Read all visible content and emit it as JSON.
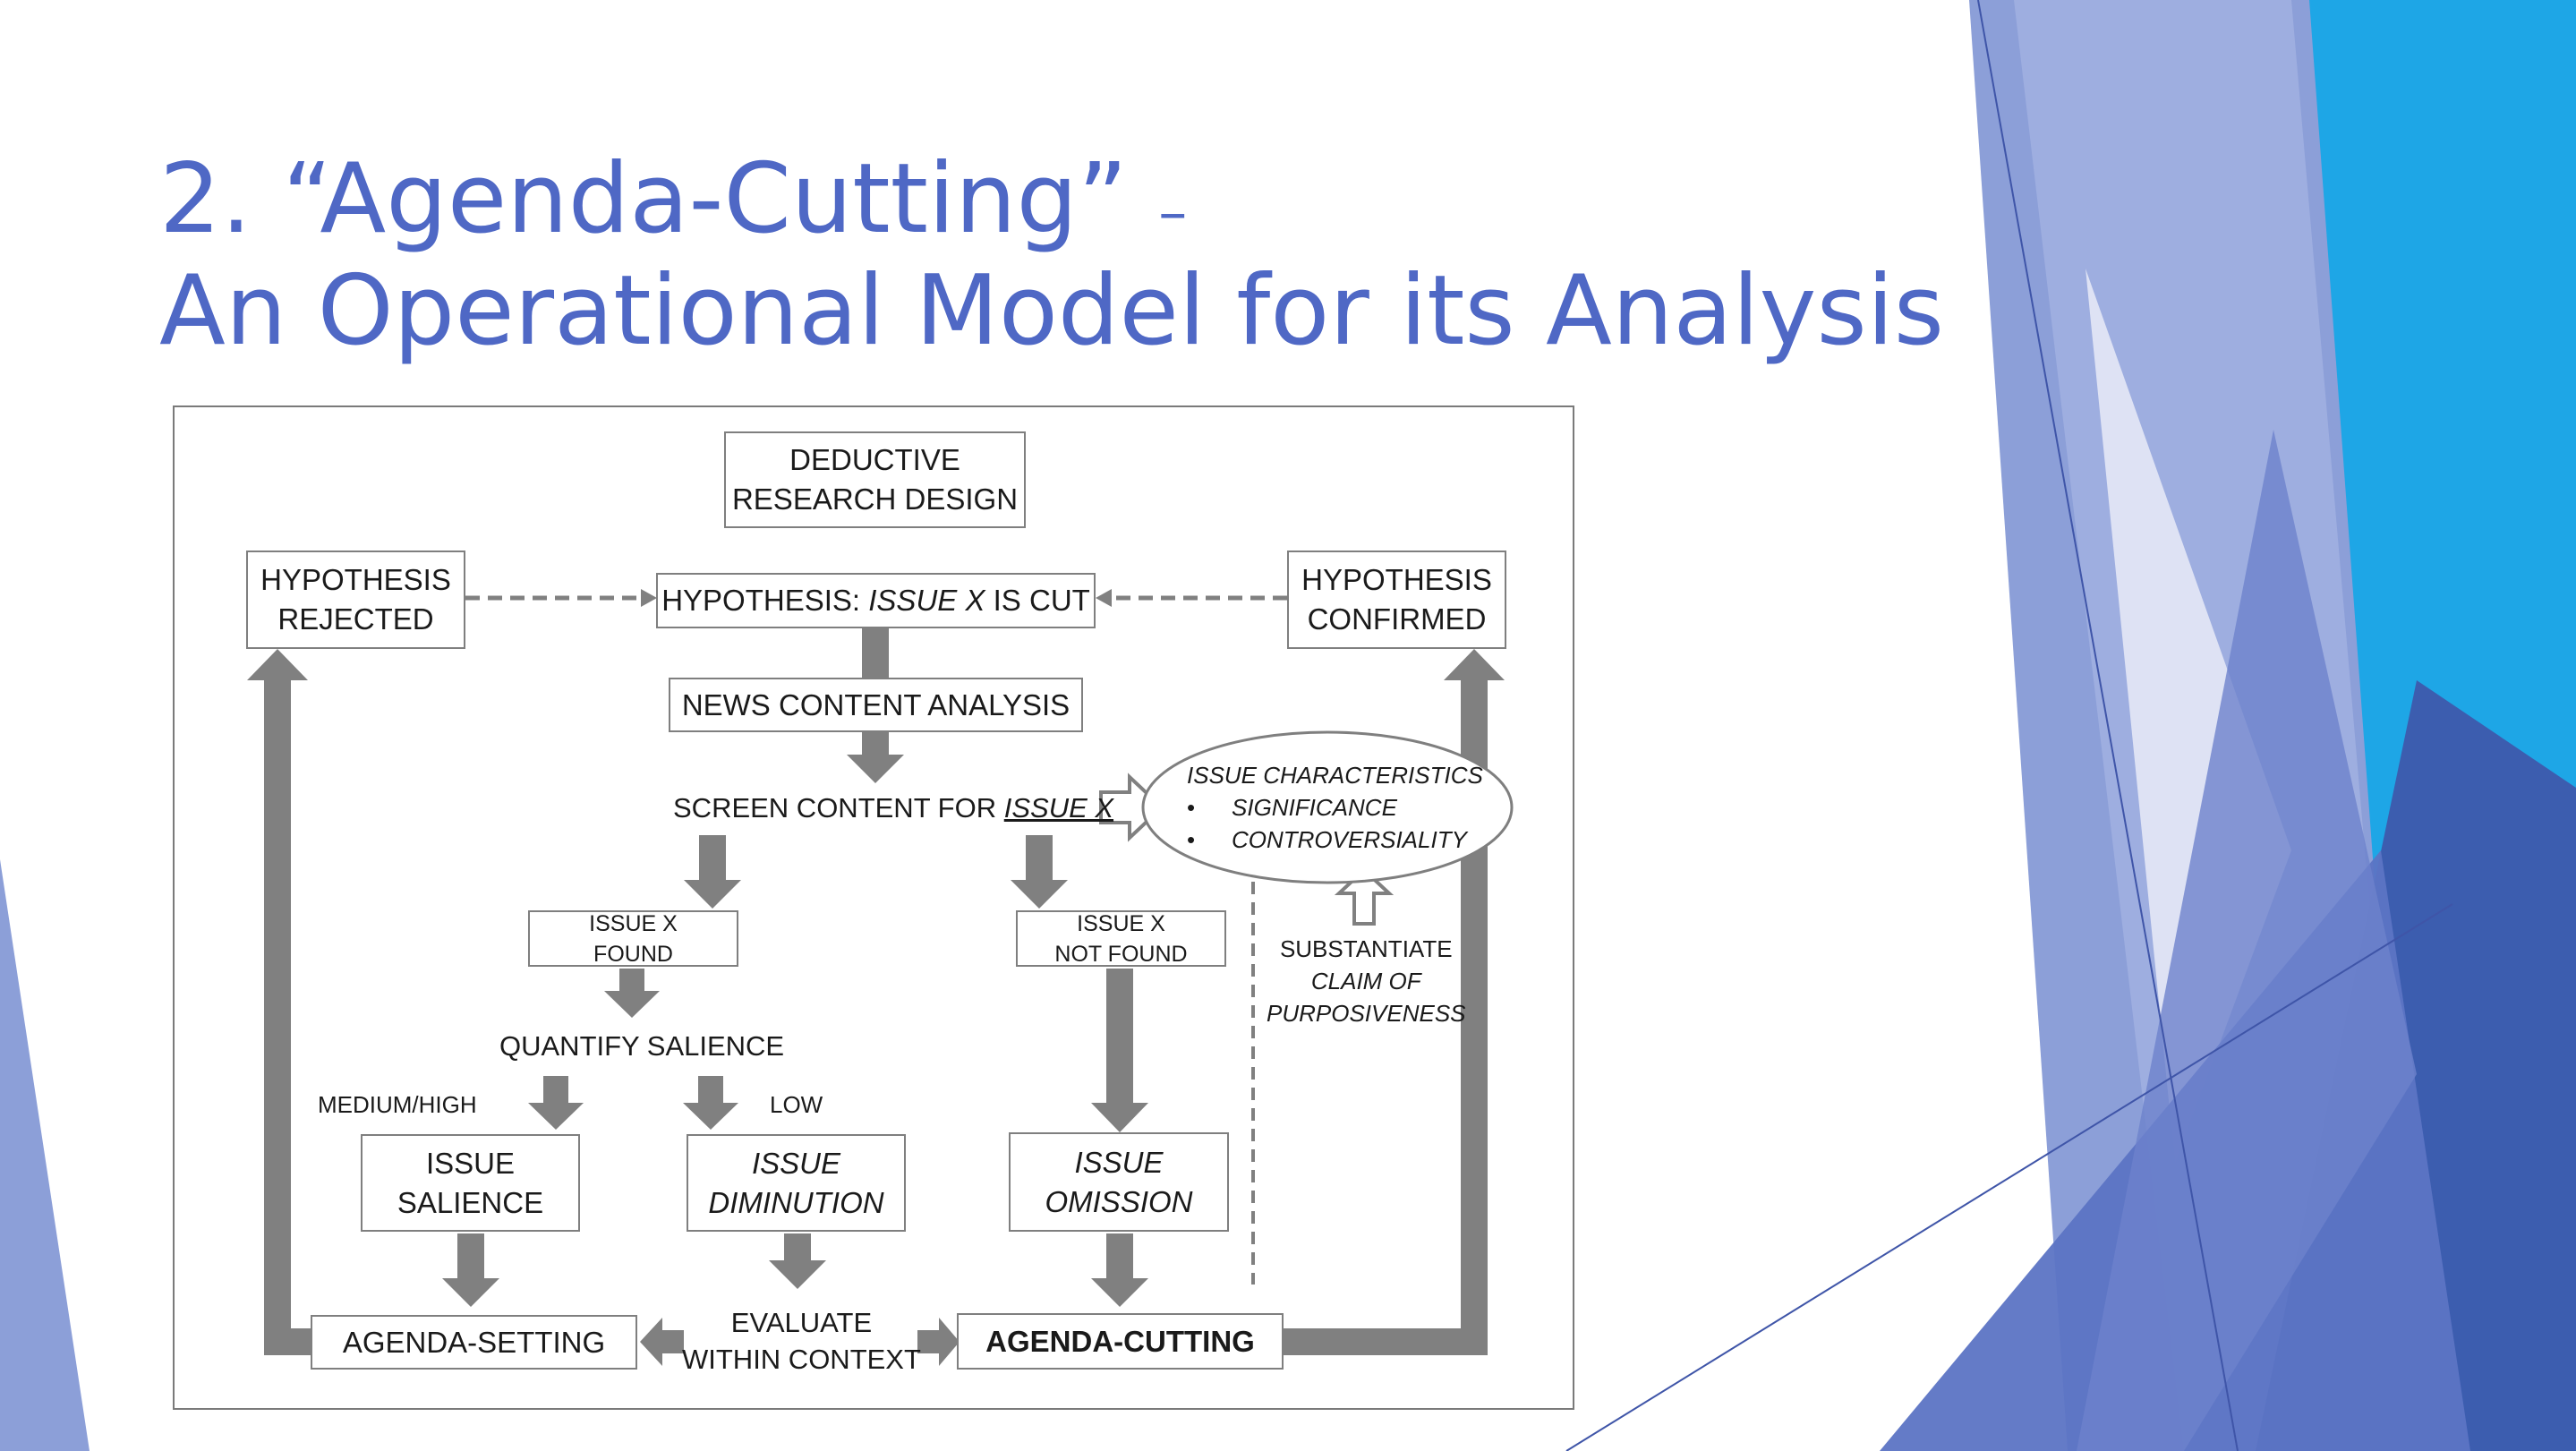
{
  "slide": {
    "title_line1": "2. “Agenda-Cutting”",
    "title_sep": "–",
    "title_line2": "An Operational Model for its Analysis"
  },
  "diagram": {
    "deductive": [
      "DEDUCTIVE",
      "RESEARCH DESIGN"
    ],
    "hyp_rejected": [
      "HYPOTHESIS",
      "REJECTED"
    ],
    "hyp_confirmed": [
      "HYPOTHESIS",
      "CONFIRMED"
    ],
    "hyp_main": {
      "pre": "HYPOTHESIS: ",
      "issue": "ISSUE X",
      "post": " IS CUT"
    },
    "news_content": "NEWS CONTENT ANALYSIS",
    "screen": {
      "pre": "SCREEN CONTENT FOR ",
      "issue": "ISSUE X"
    },
    "issue_char": {
      "title": "ISSUE CHARACTERISTICS",
      "items": [
        "SIGNIFICANCE",
        "CONTROVERSIALITY"
      ],
      "bullet": "•"
    },
    "substantiate": [
      "SUBSTANTIATE",
      "CLAIM OF",
      "PURPOSIVENESS"
    ],
    "found": [
      "ISSUE X",
      "FOUND"
    ],
    "not_found": [
      "ISSUE X",
      "NOT FOUND"
    ],
    "quantify": "QUANTIFY SALIENCE",
    "medium_high": "MEDIUM/HIGH",
    "low": "LOW",
    "issue_salience": [
      "ISSUE",
      "SALIENCE"
    ],
    "issue_diminution": [
      "ISSUE",
      "DIMINUTION"
    ],
    "issue_omission": [
      "ISSUE",
      "OMISSION"
    ],
    "agenda_setting": "AGENDA-SETTING",
    "evaluate": [
      "EVALUATE",
      "WITHIN CONTEXT"
    ],
    "agenda_cutting": "AGENDA-CUTTING"
  },
  "colors": {
    "title": "#4f68c5",
    "arrow": "#808080",
    "box_border": "#7f7f7f",
    "deco_dark_blue": "#3f55a8",
    "deco_mid_blue": "#5c74c4",
    "deco_light_blue": "#8c9fd8",
    "deco_cyan": "#1ea6e6"
  }
}
